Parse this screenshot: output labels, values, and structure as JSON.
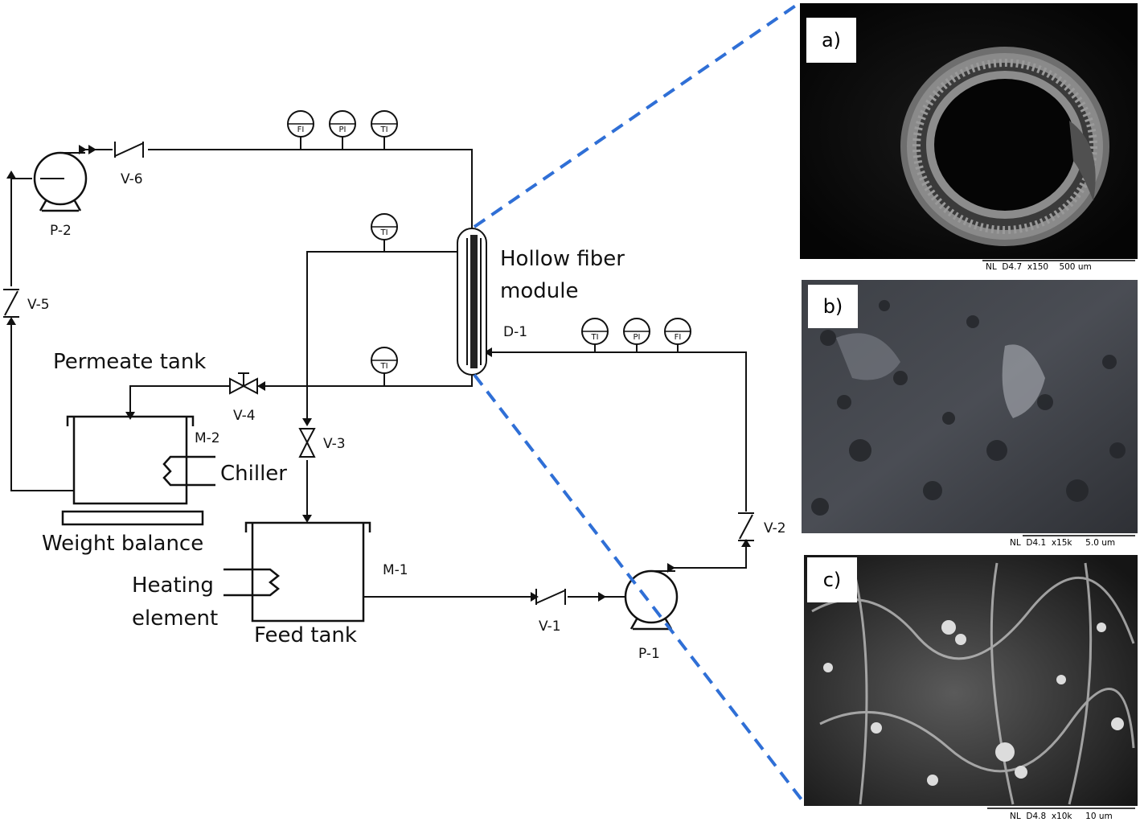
{
  "labels": {
    "hollow_fiber_1": "Hollow fiber",
    "hollow_fiber_2": "module",
    "d1": "D-1",
    "permeate_tank": "Permeate tank",
    "chiller": "Chiller",
    "weight_balance": "Weight balance",
    "heating_1": "Heating",
    "heating_2": "element",
    "feed_tank": "Feed tank",
    "m1": "M-1",
    "m2": "M-2",
    "p1": "P-1",
    "p2": "P-2",
    "v1": "V-1",
    "v2": "V-2",
    "v3": "V-3",
    "v4": "V-4",
    "v5": "V-5",
    "v6": "V-6"
  },
  "instruments": {
    "top_fi": "FI",
    "top_pi": "PI",
    "top_ti": "TI",
    "mid_ti": "TI",
    "low_ti": "TI",
    "right_ti": "TI",
    "right_pi": "PI",
    "right_fi": "FI"
  },
  "sem": {
    "a": {
      "label": "a)",
      "scale": "NL  D4.7  x150    500 um"
    },
    "b": {
      "label": "b)",
      "scale": "NL  D4.1  x15k     5.0 um"
    },
    "c": {
      "label": "c)",
      "scale": "NL  D4.8  x10k     10 um"
    }
  },
  "colors": {
    "zoom_dash": "#2f6fd6",
    "line": "#111111"
  }
}
